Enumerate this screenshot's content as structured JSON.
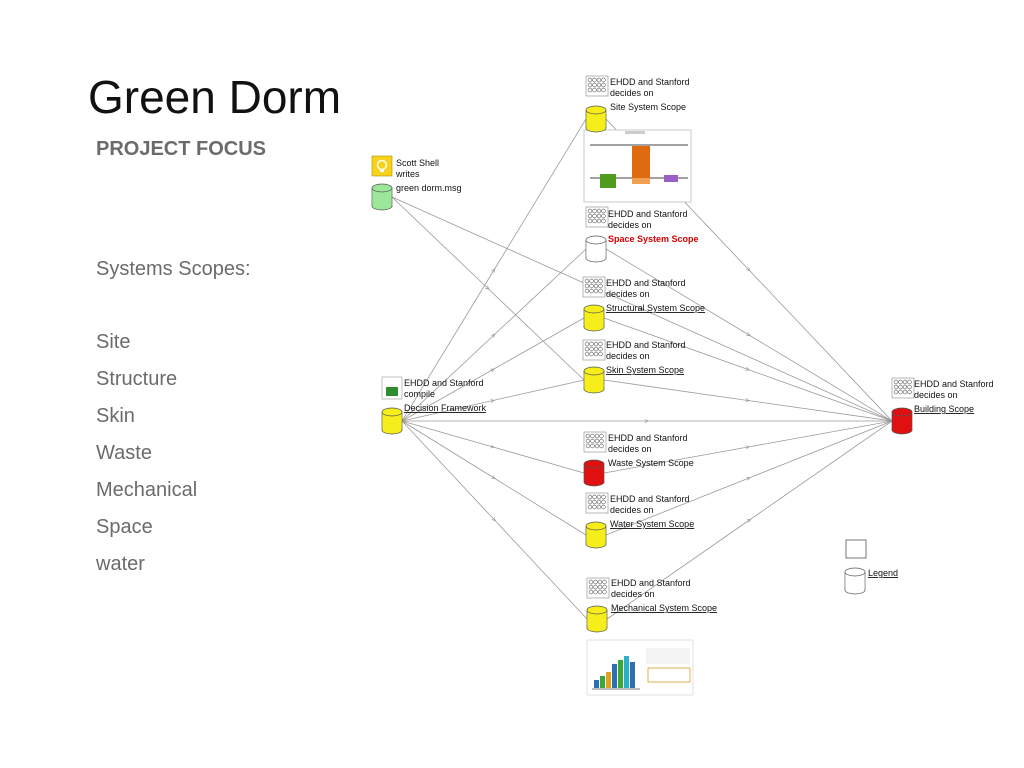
{
  "slide": {
    "title": "Green Dorm",
    "subtitle": "PROJECT FOCUS",
    "scopes_heading": "Systems Scopes:",
    "scopes": [
      "Site",
      "Structure",
      "Skin",
      "Waste",
      "Mechanical",
      "Space",
      "water"
    ]
  },
  "diagram": {
    "colors": {
      "yellow": "#f5ee1a",
      "red": "#e01010",
      "green": "#9be89b",
      "white": "#ffffff",
      "edge": "#9a9a9a"
    },
    "nodes": [
      {
        "id": "scott",
        "fill": "green",
        "icon": "lightbulb-icon",
        "lines": [
          "Scott Shell",
          "writes"
        ],
        "link": "green dorm.msg",
        "link_style": "plain"
      },
      {
        "id": "site",
        "fill": "yellow",
        "icon": "grid-icon",
        "lines": [
          "EHDD and Stanford",
          "decides on"
        ],
        "link": "Site System Scope",
        "link_style": "plain"
      },
      {
        "id": "space",
        "fill": "white",
        "icon": "grid-icon",
        "lines": [
          "EHDD and Stanford",
          "decides on"
        ],
        "link": "Space System Scope",
        "link_style": "red"
      },
      {
        "id": "structural",
        "fill": "yellow",
        "icon": "grid-icon",
        "lines": [
          "EHDD and Stanford",
          "decides on"
        ],
        "link": "Structural System Scope",
        "link_style": "underline"
      },
      {
        "id": "skin",
        "fill": "yellow",
        "icon": "grid-icon",
        "lines": [
          "EHDD and Stanford",
          "decides on"
        ],
        "link": "Skin System Scope",
        "link_style": "underline"
      },
      {
        "id": "decision",
        "fill": "yellow",
        "icon": "compile-icon",
        "lines": [
          "EHDD and Stanford",
          "compile"
        ],
        "link": "Decision Framework",
        "link_style": "underline"
      },
      {
        "id": "waste",
        "fill": "red",
        "icon": "grid-icon",
        "lines": [
          "EHDD and Stanford",
          "decides on"
        ],
        "link": "Waste System Scope",
        "link_style": "plain"
      },
      {
        "id": "water",
        "fill": "yellow",
        "icon": "grid-icon",
        "lines": [
          "EHDD and Stanford",
          "decides on"
        ],
        "link": "Water System Scope",
        "link_style": "underline"
      },
      {
        "id": "mechanical",
        "fill": "yellow",
        "icon": "grid-icon",
        "lines": [
          "EHDD and Stanford",
          "decides on"
        ],
        "link": "Mechanical System Scope",
        "link_style": "underline"
      },
      {
        "id": "building",
        "fill": "red",
        "icon": "grid-icon",
        "lines": [
          "EHDD and Stanford",
          "decides on"
        ],
        "link": "Building Scope",
        "link_style": "underline"
      },
      {
        "id": "legend",
        "fill": "white",
        "icon": "blank-square-icon",
        "lines": [],
        "link": "Legend",
        "link_style": "underline"
      }
    ],
    "edges": [
      [
        "scott",
        "skin"
      ],
      [
        "scott",
        "building"
      ],
      [
        "decision",
        "site"
      ],
      [
        "decision",
        "space"
      ],
      [
        "decision",
        "structural"
      ],
      [
        "decision",
        "skin"
      ],
      [
        "decision",
        "waste"
      ],
      [
        "decision",
        "water"
      ],
      [
        "decision",
        "mechanical"
      ],
      [
        "decision",
        "building"
      ],
      [
        "site",
        "building"
      ],
      [
        "space",
        "building"
      ],
      [
        "structural",
        "building"
      ],
      [
        "skin",
        "building"
      ],
      [
        "waste",
        "building"
      ],
      [
        "water",
        "building"
      ],
      [
        "mechanical",
        "building"
      ]
    ]
  }
}
